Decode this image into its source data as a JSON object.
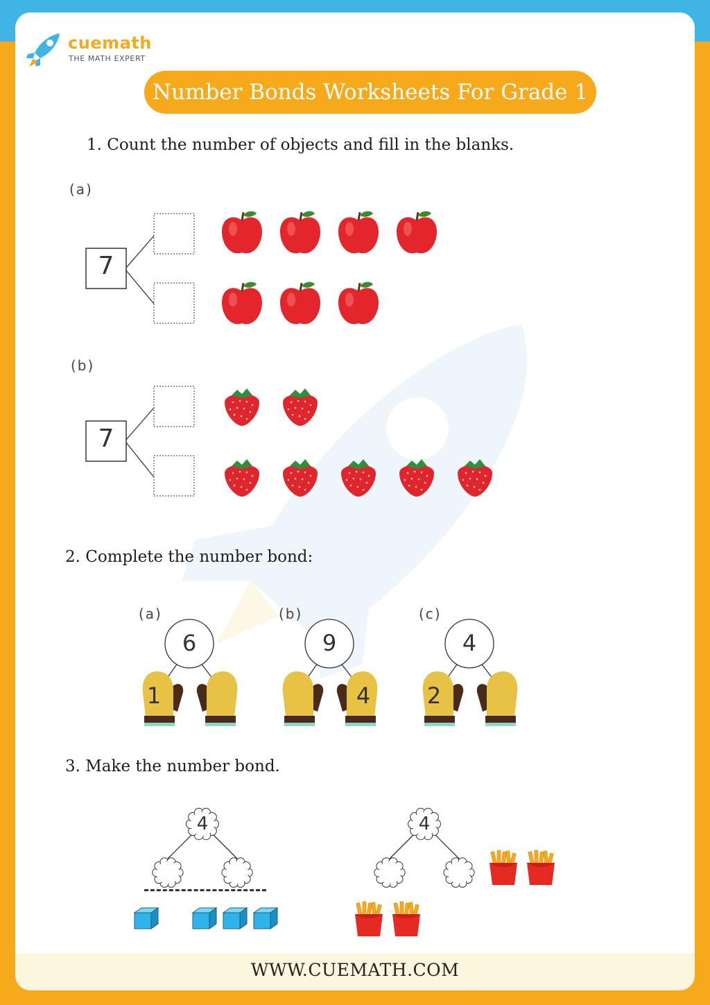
{
  "brand": {
    "name": "cuemath",
    "tagline": "THE MATH EXPERT"
  },
  "title": "Number Bonds Worksheets For Grade 1",
  "q1": {
    "text": "1.  Count the number of objects and fill in the blanks.",
    "part_a": {
      "label": "(a)",
      "whole": "7",
      "top_count": 4,
      "bottom_count": 3,
      "object": "apple-icon"
    },
    "part_b": {
      "label": "(b)",
      "whole": "7",
      "top_count": 2,
      "bottom_count": 5,
      "object": "strawberry-icon"
    }
  },
  "q2": {
    "text": "2. Complete the number bond:",
    "bonds": [
      {
        "label": "(a)",
        "whole": "6",
        "left": "1",
        "right": ""
      },
      {
        "label": "(b)",
        "whole": "9",
        "left": "",
        "right": "4"
      },
      {
        "label": "(c)",
        "whole": "4",
        "left": "2",
        "right": ""
      }
    ]
  },
  "q3": {
    "text": "3. Make the number bond.",
    "bond_left": {
      "whole": "4",
      "object": "cube-icon",
      "group1": 1,
      "group2": 3
    },
    "bond_right": {
      "whole": "4",
      "object": "fries-icon",
      "group1": 2,
      "group2": 2
    }
  },
  "footer": "WWW.CUEMATH.COM",
  "colors": {
    "accent": "#f6a91b",
    "blue": "#41b4e6",
    "mitten": "#e8c244"
  }
}
